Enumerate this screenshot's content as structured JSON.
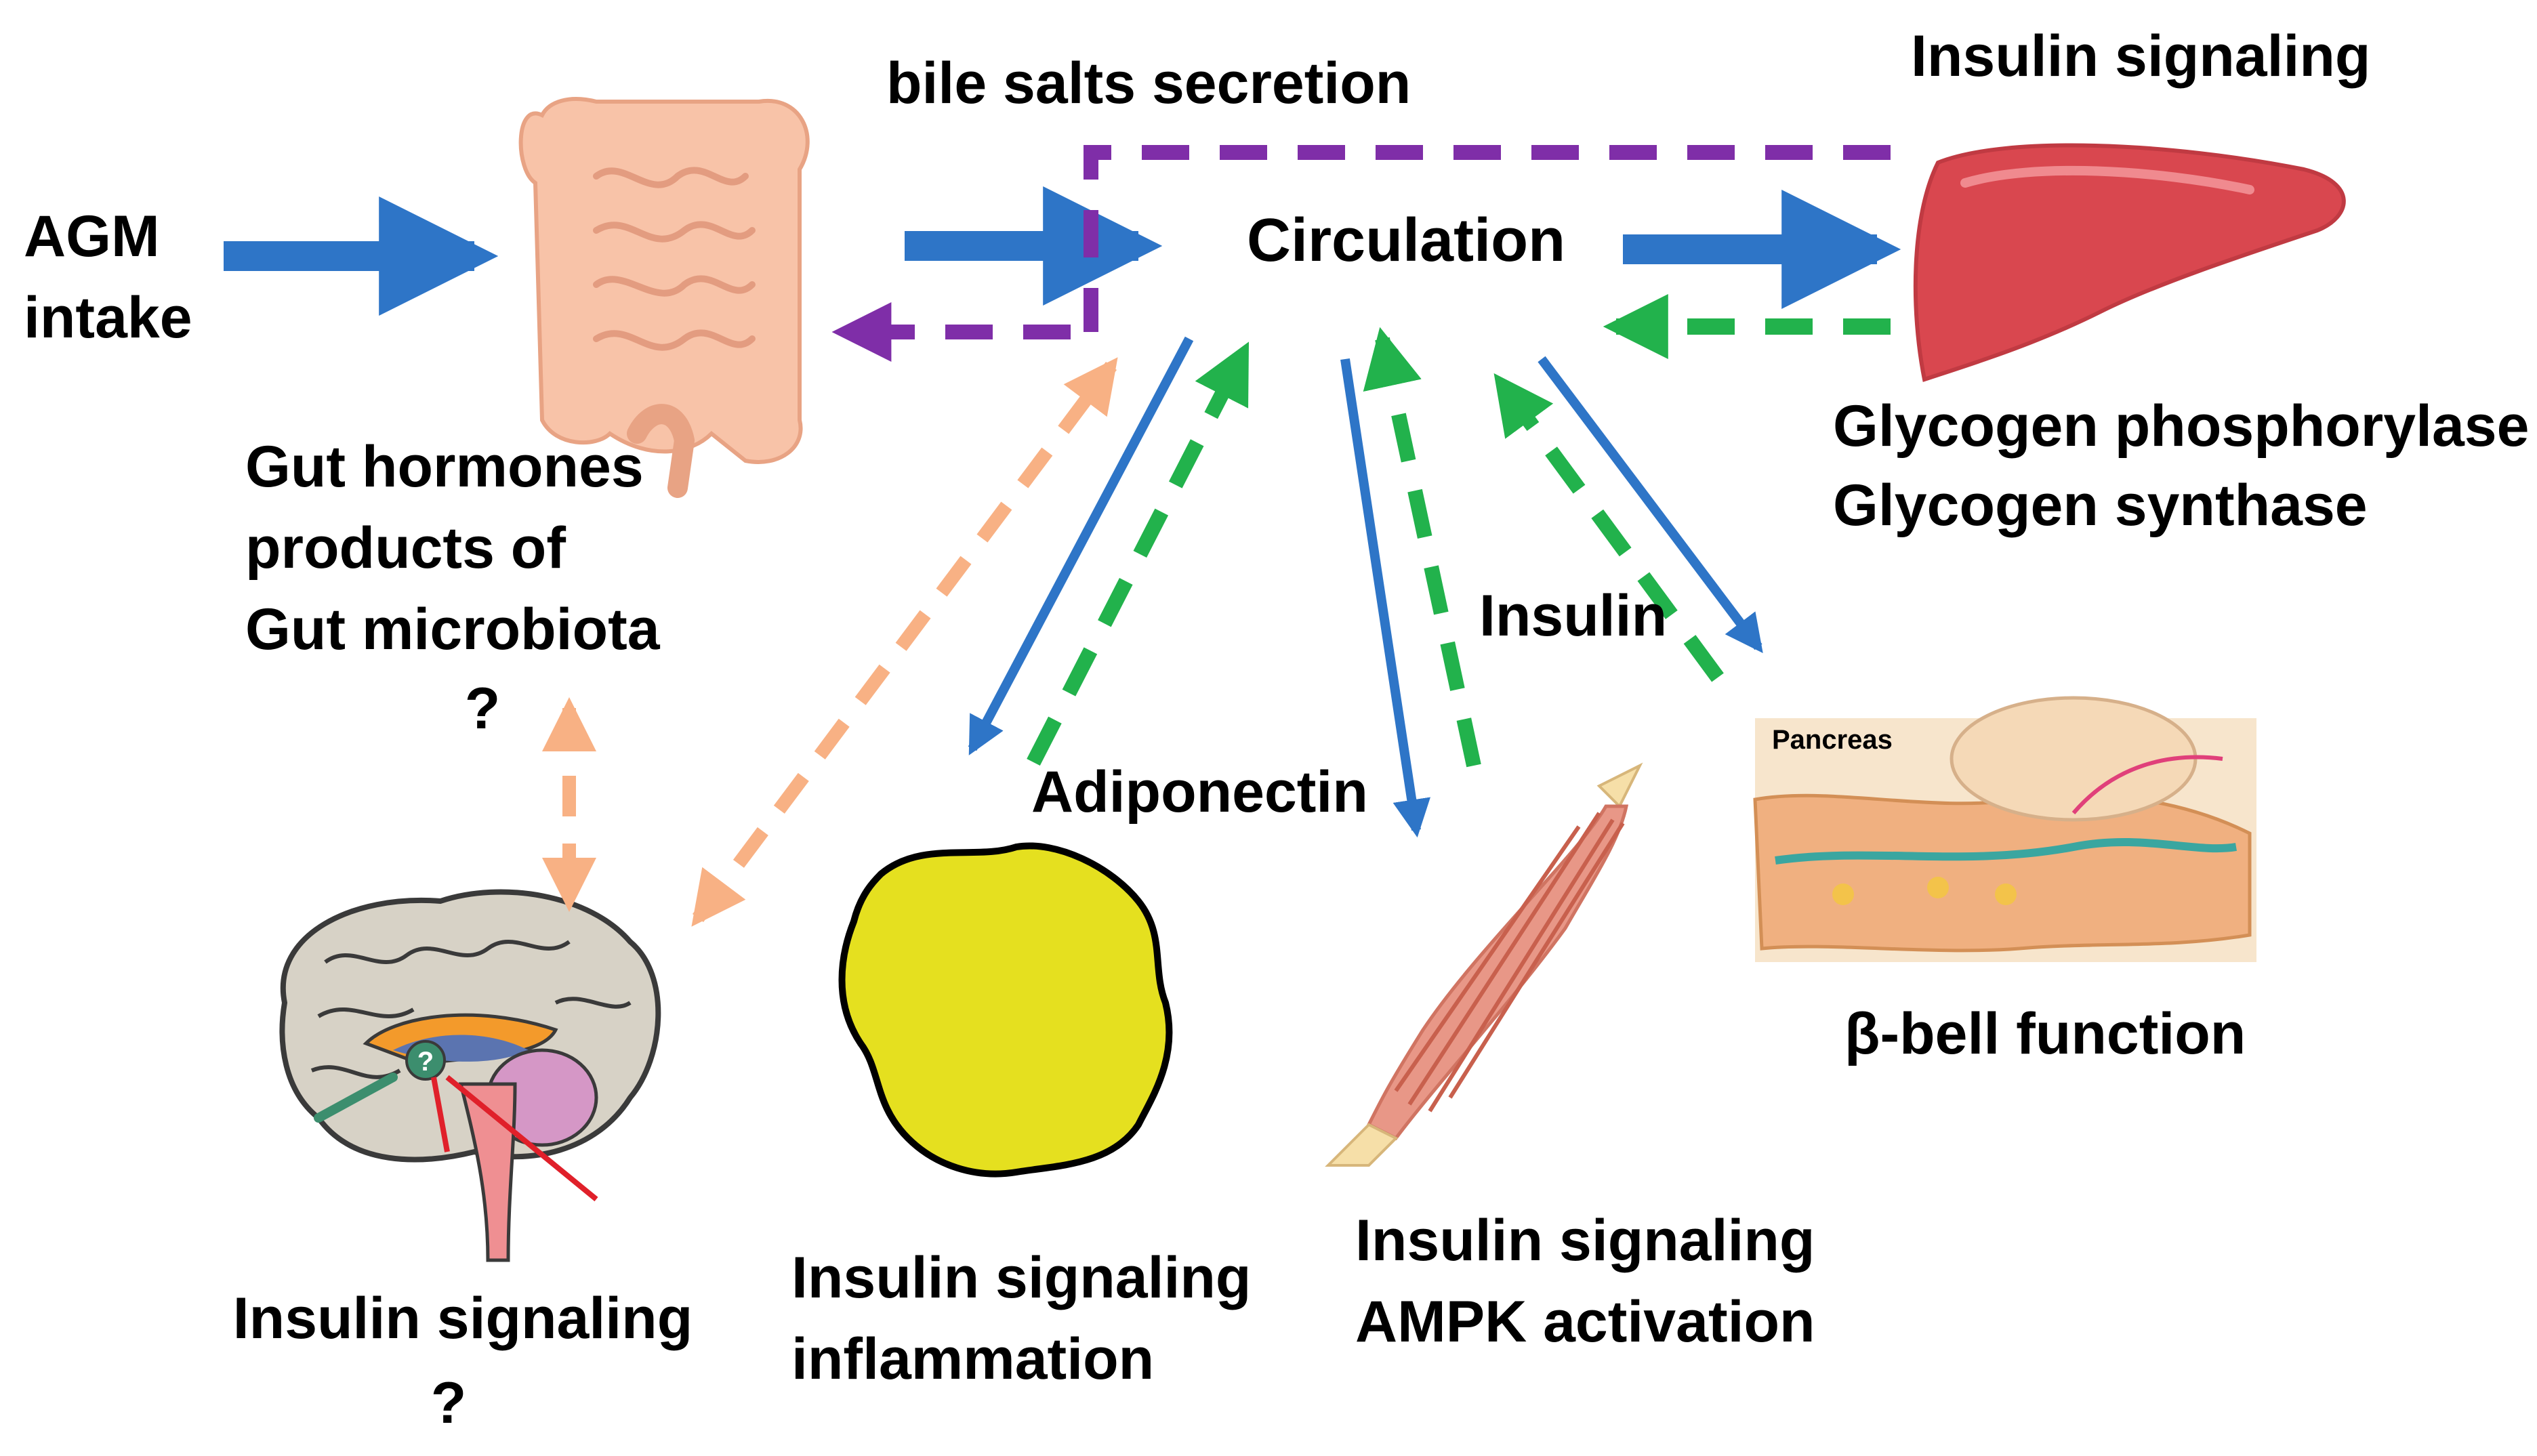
{
  "labels": {
    "agm_line1": "AGM",
    "agm_line2": "intake",
    "bile_salts": "bile salts secretion",
    "circulation": "Circulation",
    "liver_top": "Insulin signaling",
    "liver_enzyme1": "Glycogen phosphorylase",
    "liver_enzyme2": "Glycogen synthase",
    "gut_line1": "Gut hormones",
    "gut_line2": "products of",
    "gut_line3": "Gut microbiota",
    "gut_question": "?",
    "insulin": "Insulin",
    "adiponectin": "Adiponectin",
    "pancreas_caption": "Pancreas",
    "beta_cell": "β-bell function",
    "brain_line1": "Insulin signaling",
    "brain_question": "?",
    "adipose_line1": "Insulin signaling",
    "adipose_line2": "inflammation",
    "muscle_line1": "Insulin signaling",
    "muscle_line2": "AMPK activation",
    "brain_mark": "?"
  },
  "colors": {
    "blue_arrow": "#2e75c7",
    "green_dashed": "#22b24c",
    "purple_dashed": "#7f2ea8",
    "orange_dashed": "#f8b184",
    "adipose_fill": "#e5e01f",
    "liver_fill": "#d9474f",
    "intestine_fill": "#f8c3a8",
    "muscle_fill": "#e89787",
    "pancreas_fill": "#f0b080"
  },
  "icons": [
    "intestine-icon",
    "liver-icon",
    "brain-icon",
    "adipose-icon",
    "muscle-icon",
    "pancreas-icon"
  ]
}
